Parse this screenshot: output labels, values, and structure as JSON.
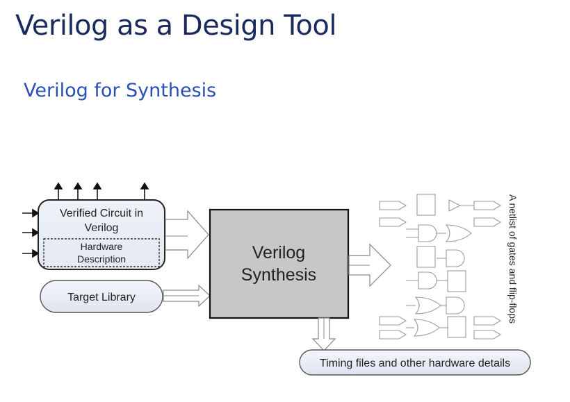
{
  "slide": {
    "title": "Verilog as a Design Tool",
    "subtitle": "Verilog for Synthesis"
  },
  "diagram": {
    "verified_circuit_line1": "Verified Circuit in",
    "verified_circuit_line2": "Verilog",
    "hardware_description_line1": "Hardware",
    "hardware_description_line2": "Description",
    "target_library": "Target Library",
    "synthesis_line1": "Verilog",
    "synthesis_line2": "Synthesis",
    "netlist_label": "A netlist of gates and flip-flops",
    "timing_files": "Timing files and other hardware details"
  }
}
